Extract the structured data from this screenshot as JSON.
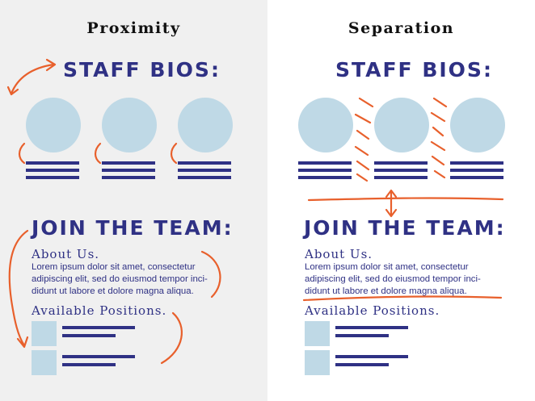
{
  "colors": {
    "navy": "#2f3184",
    "light_blue": "#bfd9e6",
    "orange": "#e8602c",
    "panel_gray": "#f0f0f0"
  },
  "left": {
    "title": "Proximity",
    "staff_heading": "STAFF BIOS:",
    "join_heading": "JOIN THE TEAM:",
    "about_heading": "About Us.",
    "body_lines": [
      "Lorem ipsum dolor sit amet, consectetur",
      "adipiscing elit, sed do eiusmod tempor inci-",
      "didunt ut labore et dolore magna aliqua."
    ],
    "positions_heading": "Available Positions."
  },
  "right": {
    "title": "Separation",
    "staff_heading": "STAFF BIOS:",
    "join_heading": "JOIN THE TEAM:",
    "about_heading": "About Us.",
    "body_lines": [
      "Lorem ipsum dolor sit amet, consectetur",
      "adipiscing elit, sed do eiusmod tempor inci-",
      "didunt ut labore et dolore magna aliqua."
    ],
    "positions_heading": "Available Positions."
  }
}
